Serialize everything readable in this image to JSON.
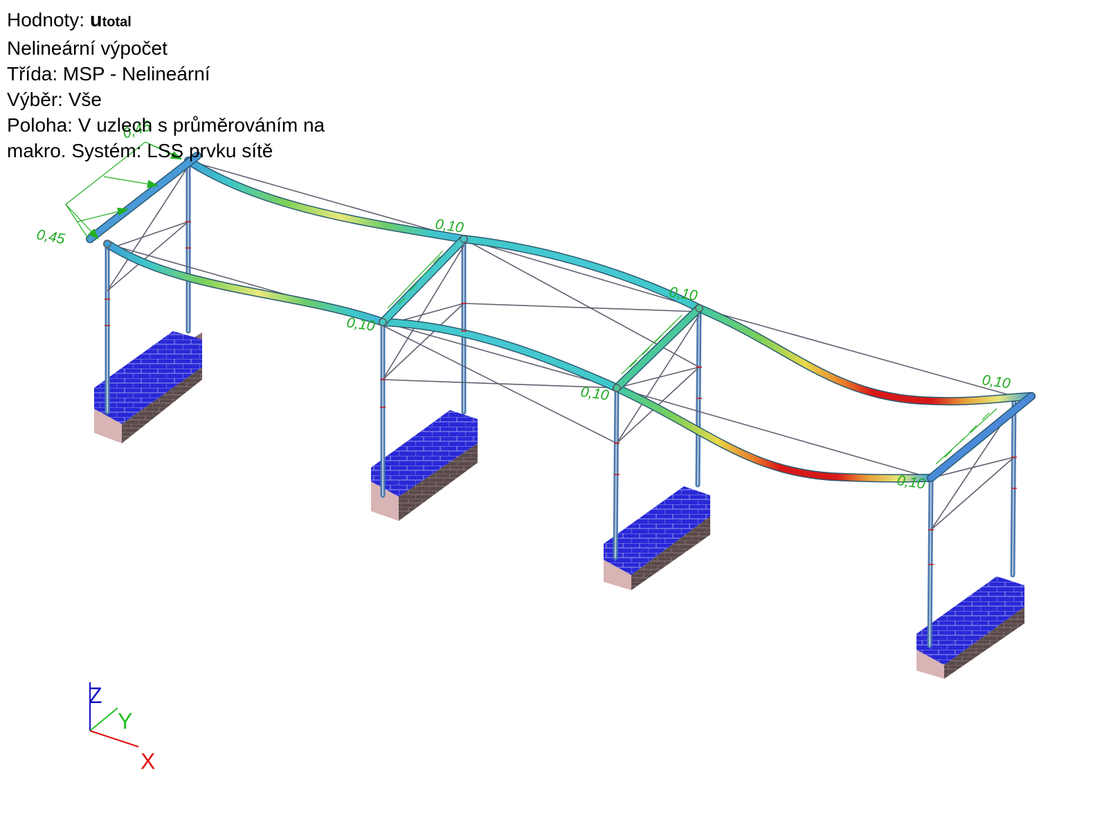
{
  "header": {
    "values_label": "Hodnoty: ",
    "values_symbol": "u",
    "values_subscript": "total",
    "line2": "Nelineární výpočet",
    "line3": "Třída: MSP - Nelineární",
    "line4": "Výběr: Vše",
    "line5": "Poloha: V uzlech s průměrováním na",
    "line6": "makro. Systém: LSS prvku sítě"
  },
  "load_labels": [
    "0,45",
    "0,45",
    "0,10",
    "0,10",
    "0,10",
    "0,10",
    "0,10",
    "0,10"
  ],
  "axes": {
    "z": "Z",
    "y": "Y",
    "x": "X"
  },
  "colors": {
    "load": "#1faa1f",
    "axis_x": "#e01010",
    "axis_y": "#20c020",
    "axis_z": "#1010c0",
    "footing_block": "#2020d0",
    "footing_base": "#c9a0a0",
    "deformation_low": "#3fb6c8",
    "deformation_mid": "#e6e65a",
    "deformation_high": "#d81818"
  }
}
